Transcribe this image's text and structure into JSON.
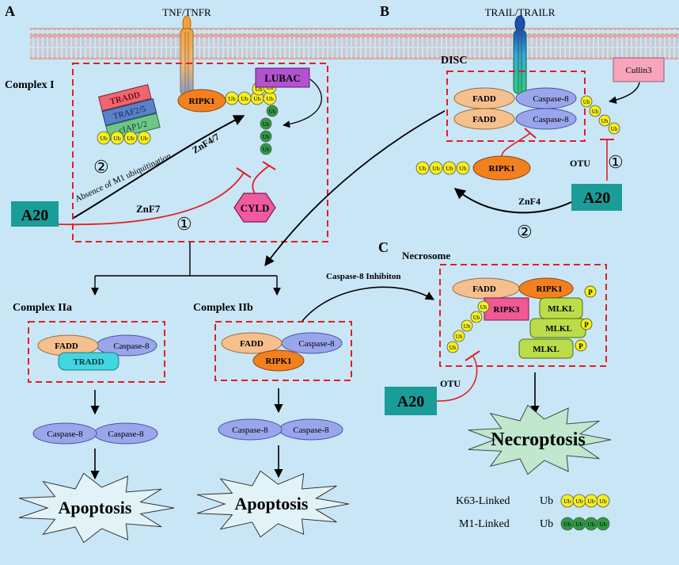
{
  "panels": {
    "a": "A",
    "b": "B",
    "c": "C"
  },
  "receptors": {
    "tnf": "TNF/TNFR",
    "trail": "TRAIL/TRAILR"
  },
  "complex1": {
    "title": "Complex I",
    "tradd": "TRADD",
    "traf": "TRAF2/5",
    "ciap": "cIAP1/2",
    "ripk1": "RIPK1",
    "lubac": "LUBAC",
    "cyld": "CYLD",
    "znf47": "ZnF4/7",
    "znf7": "ZnF7",
    "absence": "Absence of M1 ubiquitination",
    "step1": "①",
    "step2": "②"
  },
  "a20": {
    "label": "A20"
  },
  "ub": {
    "label": "Ub"
  },
  "disc": {
    "title": "DISC",
    "fadd": "FADD",
    "casp8": "Caspase-8",
    "cullin": "Cullin3",
    "ripk1": "RIPK1",
    "otu": "OTU",
    "znf4": "ZnF4",
    "step1": "①",
    "step2": "②"
  },
  "complex2a": {
    "title": "Complex IIa",
    "fadd": "FADD",
    "casp8": "Caspase-8",
    "tradd": "TRADD"
  },
  "complex2b": {
    "title": "Complex IIb",
    "fadd": "FADD",
    "casp8": "Caspase-8",
    "ripk1": "RIPK1"
  },
  "dimer": {
    "casp8": "Caspase-8"
  },
  "outcomes": {
    "apoptosis": "Apoptosis",
    "necroptosis": "Necroptosis"
  },
  "necrosome": {
    "title": "Necrosome",
    "inhibition": "Caspase-8  Inhibiton",
    "fadd": "FADD",
    "ripk1": "RIPK1",
    "ripk3": "RIPK3",
    "mlkl": "MLKL",
    "p": "P",
    "otu": "OTU"
  },
  "legend": {
    "k63": "K63-Linked",
    "m1": "M1-Linked",
    "ub": "Ub"
  },
  "colors": {
    "background": "#c9e6f7",
    "a20": "#1a9c98",
    "ub_yellow": "#f5ef1e",
    "ub_green": "#2e9a44",
    "caspase": "#9aa6ec",
    "fadd": "#f5c08e",
    "ripk": "#f3801e",
    "dashed_box": "#e02020",
    "inhibit": "#e02020"
  }
}
